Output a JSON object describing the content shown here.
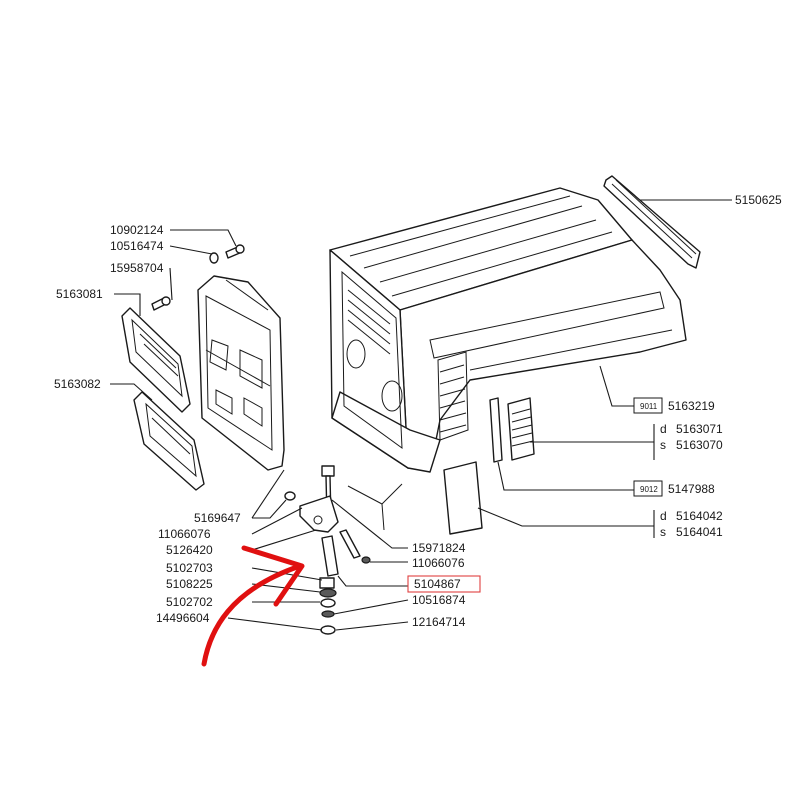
{
  "labels": {
    "p5150625": "5150625",
    "p10902124": "10902124",
    "p10516474": "10516474",
    "p15958704": "15958704",
    "p5163081": "5163081",
    "p5163082": "5163082",
    "p5163219": "5163219",
    "p5163071": "5163071",
    "p5163070": "5163070",
    "p5147988": "5147988",
    "p5164042": "5164042",
    "p5164041": "5164041",
    "p5169647": "5169647",
    "p11066076a": "11066076",
    "p5126420": "5126420",
    "p5102703": "5102703",
    "p5108225": "5108225",
    "p5102702": "5102702",
    "p14496604": "14496604",
    "p15971824": "15971824",
    "p11066076b": "11066076",
    "p5104867": "5104867",
    "p10516874": "10516874",
    "p12164714": "12164714"
  },
  "badges": {
    "b9011": "9011",
    "b9012": "9012"
  },
  "side_marks": {
    "d1": "d",
    "s1": "s",
    "d2": "d",
    "s2": "s"
  },
  "highlighted_part": "5104867",
  "colors": {
    "line": "#1a1a1a",
    "highlight_box": "#e04040",
    "arrow": "#e01010"
  }
}
